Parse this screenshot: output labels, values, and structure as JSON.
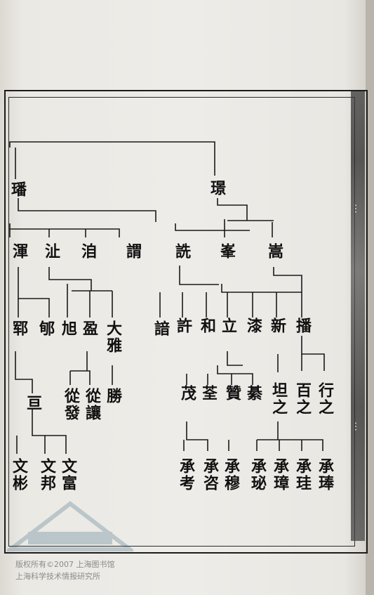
{
  "book": {
    "spine_title": "…",
    "folio": "…",
    "watermark_line1": "版权所有©2007 上海图书馆",
    "watermark_line2": "上海科学技术情报研究所"
  },
  "nodes": {
    "n01": "璠",
    "n02": "璟",
    "n03": "渾",
    "n04": "沚",
    "n05": "洎",
    "n06": "謂",
    "n07": "詵",
    "n08": "峯",
    "n09": "嵩",
    "n10": "郓",
    "n11": "郇",
    "n12": "旭",
    "n13": "盈",
    "n14": "大雅",
    "n15": "諳",
    "n16": "許",
    "n17": "和",
    "n18": "立",
    "n19": "漆",
    "n20": "新",
    "n21": "播",
    "n22": "亘",
    "n23": "從發",
    "n24": "從讓",
    "n25": "勝",
    "n26": "茂",
    "n27": "荃",
    "n28": "贊",
    "n29": "綦",
    "n30": "坦之",
    "n31": "百之",
    "n32": "行之",
    "n33": "文彬",
    "n34": "文邦",
    "n35": "文富",
    "n36": "承考",
    "n37": "承咨",
    "n38": "承穆",
    "n39": "承珌",
    "n40": "承璋",
    "n41": "承珪",
    "n42": "承琫"
  }
}
